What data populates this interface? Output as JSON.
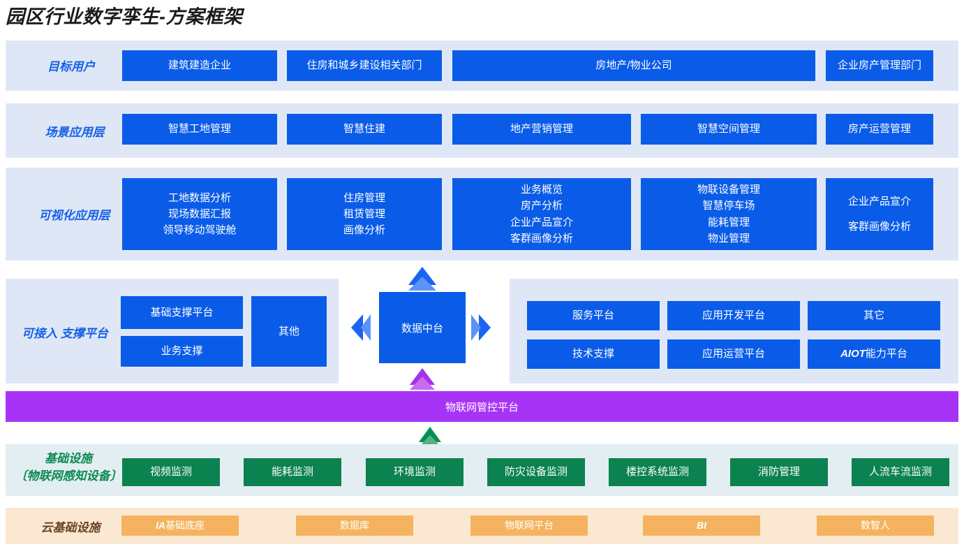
{
  "title": "园区行业数字孪生-方案框架",
  "layers": {
    "target_users": {
      "label": "目标用户",
      "items": [
        {
          "text": "建筑建造企业"
        },
        {
          "text": "住房和城乡建设相关部门"
        },
        {
          "text": "房地产/物业公司"
        },
        {
          "text": "企业房产管理部门"
        }
      ]
    },
    "scenario_apps": {
      "label": "场景应用层",
      "items": [
        {
          "text": "智慧工地管理"
        },
        {
          "text": "智慧住建"
        },
        {
          "text": "地产营销管理"
        },
        {
          "text": "智慧空间管理"
        },
        {
          "text": "房产运营管理"
        }
      ]
    },
    "visual_apps": {
      "label": "可视化应用层",
      "groups": [
        {
          "lines": [
            "工地数据分析",
            "现场数据汇报",
            "领导移动驾驶舱"
          ]
        },
        {
          "lines": [
            "住房管理",
            "租赁管理",
            "画像分析"
          ]
        },
        {
          "lines": [
            "业务概览",
            "房产分析",
            "企业产品宣介",
            "客群画像分析"
          ]
        },
        {
          "lines": [
            "物联设备管理",
            "智慧停车场",
            "能耗管理",
            "物业管理"
          ]
        },
        {
          "lines": [
            "企业产品宣介",
            "客群画像分析"
          ]
        }
      ]
    },
    "support_platform": {
      "label": "可接入 支撑平台",
      "left_stack": [
        {
          "text": "基础支撑平台"
        },
        {
          "text": "业务支撑"
        }
      ],
      "left_tall": {
        "text": "其他"
      },
      "hub": {
        "text": "数据中台"
      },
      "right_grid": [
        {
          "text": "服务平台"
        },
        {
          "text": "应用开发平台"
        },
        {
          "text": "其它"
        },
        {
          "text": "技术支撑"
        },
        {
          "text": "应用运营平台"
        },
        {
          "text": "AIOT能力平台",
          "italic_prefix": "AIOT",
          "suffix": "能力平台"
        }
      ]
    },
    "iot_bar": {
      "text": "物联网管控平台"
    },
    "infrastructure": {
      "label_line1": "基础设施",
      "label_line2": "〔物联网感知设备〕",
      "items": [
        {
          "text": "视频监测"
        },
        {
          "text": "能耗监测"
        },
        {
          "text": "环境监测"
        },
        {
          "text": "防灾设备监测"
        },
        {
          "text": "楼控系统监测"
        },
        {
          "text": "消防管理"
        },
        {
          "text": "人流车流监测"
        }
      ]
    },
    "cloud_infra": {
      "label": "云基础设施",
      "items": [
        {
          "text": "IA基础底座",
          "italic_prefix": "IA",
          "suffix": "基础底座"
        },
        {
          "text": "数据库"
        },
        {
          "text": "物联网平台"
        },
        {
          "text": "BI",
          "italic_prefix": "BI",
          "suffix": ""
        },
        {
          "text": "数智人"
        }
      ]
    }
  },
  "colors": {
    "band_blue_bg": "#dfe7f6",
    "band_green_bg": "#e3eef3",
    "band_cloud_bg": "#fbe8d2",
    "box_blue": "#0a5ce8",
    "box_green": "#0b8250",
    "box_orange": "#f5b35f",
    "iot_purple": "#a733f7",
    "label_blue": "#1460e8",
    "label_green": "#0b8a53",
    "label_brown": "#6b4524"
  }
}
